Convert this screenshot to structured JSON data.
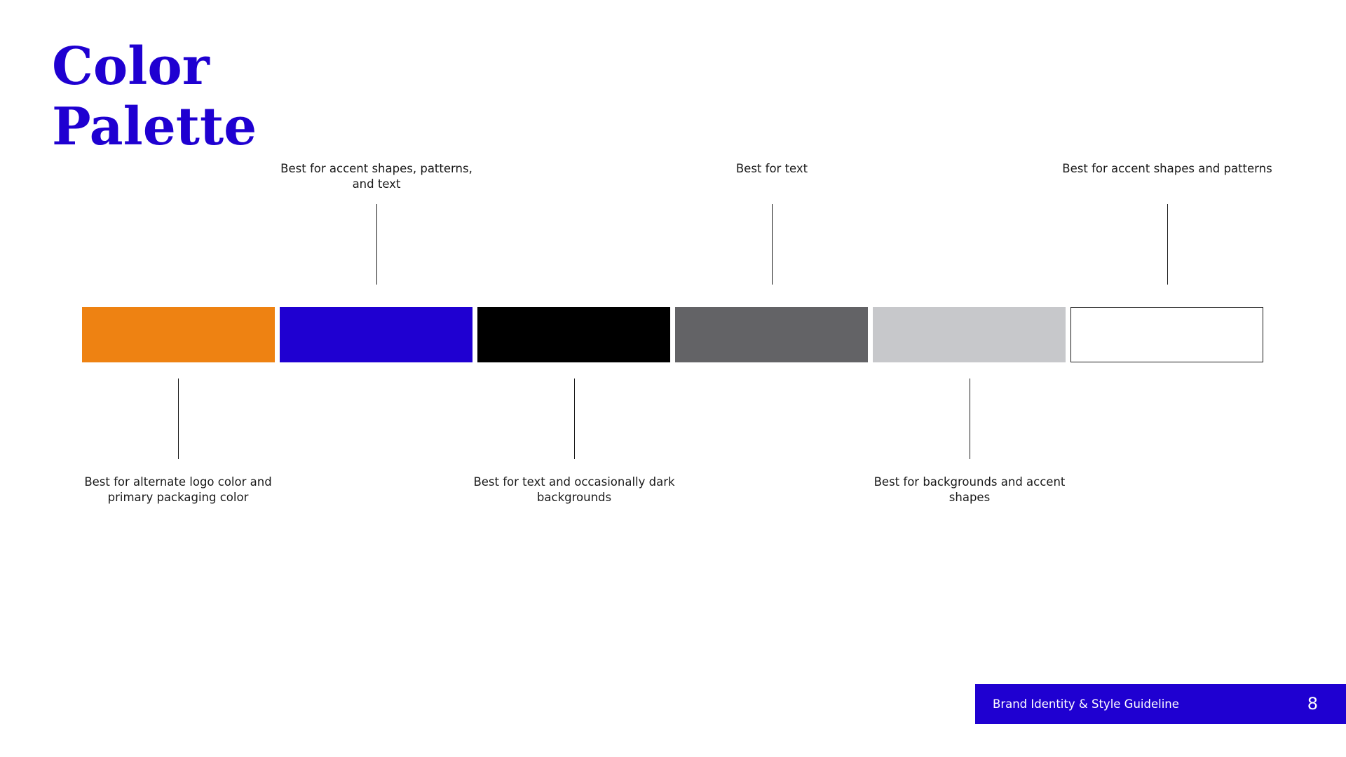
{
  "title": {
    "line1": "Color",
    "line2": "Palette"
  },
  "colors": {
    "brand": "#1f00d1"
  },
  "swatches": [
    {
      "name": "orange",
      "hex": "#ee8212",
      "usage": "Best for alternate logo color and primary packaging color"
    },
    {
      "name": "blue",
      "hex": "#1f00d1",
      "usage": "Best for accent shapes, patterns, and text"
    },
    {
      "name": "black",
      "hex": "#000000",
      "usage": "Best for text and occasionally dark backgrounds"
    },
    {
      "name": "dark-gray",
      "hex": "#636366",
      "usage": "Best for text"
    },
    {
      "name": "light-gray",
      "hex": "#c7c8cb",
      "usage": "Best for backgrounds and accent shapes"
    },
    {
      "name": "white",
      "hex": "#ffffff",
      "usage": "Best for accent shapes and patterns"
    }
  ],
  "footer": {
    "text": "Brand Identity & Style Guideline",
    "page": "8"
  }
}
